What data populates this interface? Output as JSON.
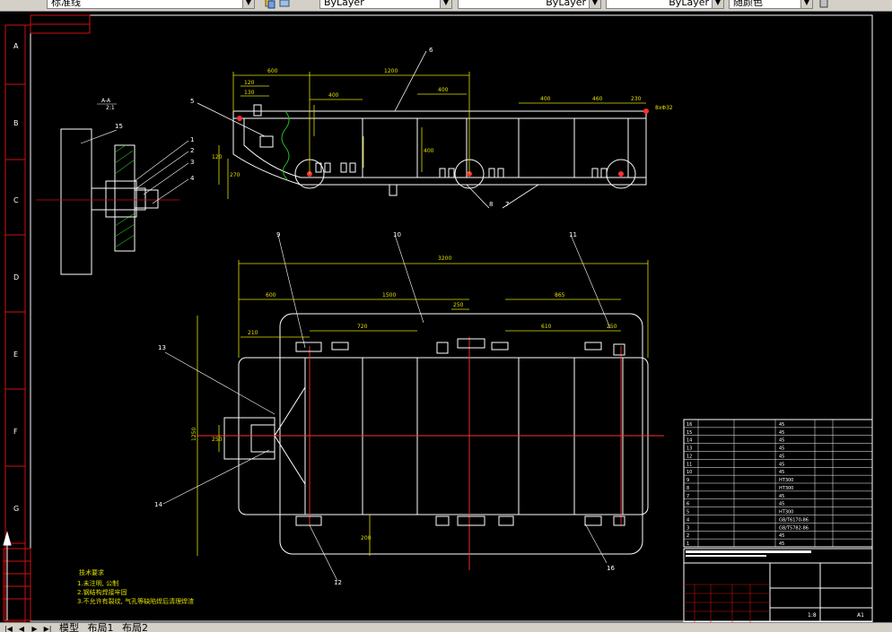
{
  "toolbar": {
    "linetype_value": "标准线",
    "layer_value": "ByLayer",
    "linetype_combo_value": "ByLayer",
    "lineweight_value": "ByLayer",
    "color_value": "随颜色"
  },
  "drawing": {
    "top_view": {
      "dims": [
        "600",
        "1200",
        "400",
        "400",
        "400",
        "460",
        "230",
        "120",
        "130",
        "120",
        "270",
        "400",
        "8xΦ32"
      ],
      "balloons": [
        "5",
        "6",
        "7",
        "8"
      ]
    },
    "section_view": {
      "title": "A-A",
      "scale": "2:1",
      "balloons": [
        "15",
        "1",
        "2",
        "3",
        "4"
      ]
    },
    "plan_view": {
      "dims": [
        "3200",
        "600",
        "1500",
        "865",
        "720",
        "250",
        "610",
        "250",
        "1250",
        "250",
        "210",
        "200"
      ],
      "balloons": [
        "9",
        "10",
        "11",
        "13",
        "14",
        "12",
        "16"
      ]
    },
    "grid_rows": [
      "A",
      "B",
      "C",
      "D",
      "E",
      "F",
      "G"
    ],
    "tech_notes": {
      "title": "技术要求",
      "lines": [
        "1.未注明, 公制",
        "2.钢结构焊接牢固",
        "3.不允许有裂纹, 气孔等缺陷焊后清理焊渣"
      ]
    },
    "bom_rows": [
      {
        "no": "16",
        "mat": "45"
      },
      {
        "no": "15",
        "mat": "45"
      },
      {
        "no": "14",
        "mat": "45"
      },
      {
        "no": "13",
        "mat": "45"
      },
      {
        "no": "12",
        "mat": "45"
      },
      {
        "no": "11",
        "mat": "45"
      },
      {
        "no": "10",
        "mat": "45"
      },
      {
        "no": "9",
        "mat": "HT300"
      },
      {
        "no": "8",
        "mat": "HT300"
      },
      {
        "no": "7",
        "mat": "45"
      },
      {
        "no": "6",
        "mat": "45"
      },
      {
        "no": "5",
        "mat": "HT300"
      },
      {
        "no": "4",
        "mat": "GB/T6170-86"
      },
      {
        "no": "3",
        "mat": "GB/T5782-86"
      },
      {
        "no": "2",
        "mat": "45"
      },
      {
        "no": "1",
        "mat": "45"
      }
    ],
    "title_block": {
      "scale": "1:8",
      "sheet": "A1"
    }
  },
  "tabs": {
    "model": "模型",
    "layout1": "布局1",
    "layout2": "布局2"
  }
}
